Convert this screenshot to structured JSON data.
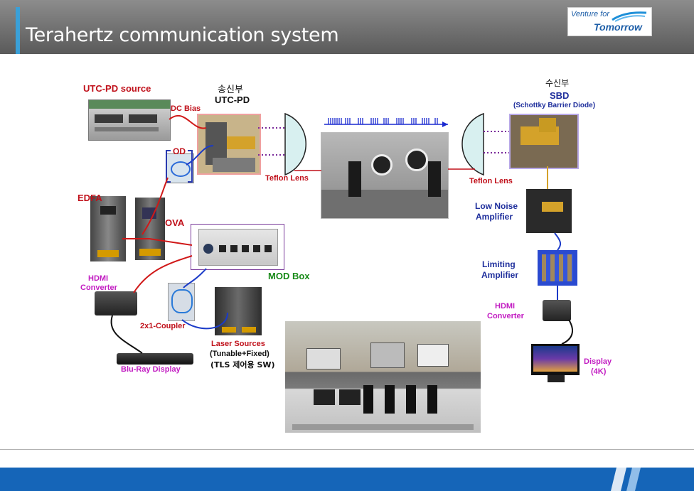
{
  "slide": {
    "title": "Terahertz communication system",
    "logo": {
      "line1": "Venture for",
      "line2": "Tomorrow"
    }
  },
  "labels": {
    "utc_pd_source": "UTC-PD source",
    "tx_korean": "송신부",
    "tx_utc_pd": "UTC-PD",
    "dc_bias": "DC  Bias",
    "od": "OD",
    "edfa": "EDFA",
    "ova": "OVA",
    "mod_box": "MOD Box",
    "teflon_lens_left": "Teflon Lens",
    "teflon_lens_right": "Teflon Lens",
    "rx_korean": "수신부",
    "sbd": "SBD",
    "sbd_full": "(Schottky Barrier Diode)",
    "lna_line1": "Low Noise",
    "lna_line2": "Amplifier",
    "lim_line1": "Limiting",
    "lim_line2": "Amplifier",
    "hdmi_left_line1": "HDMI",
    "hdmi_left_line2": "Converter",
    "hdmi_right_line1": "HDMI",
    "hdmi_right_line2": "Converter",
    "coupler": "2x1-Coupler",
    "laser_line1": "Laser Sources",
    "laser_line2": "(Tunable+Fixed)",
    "laser_line3": "(TLS 제어용 SW)",
    "bluray": "Blu-Ray Display",
    "display_line1": "Display",
    "display_line2": "(4K)"
  },
  "colors": {
    "accent": "#3aa0d8",
    "footer": "#1565b8",
    "red_label": "#c0101a",
    "blue_label": "#1e2e9c",
    "magenta_label": "#c21cc2",
    "green_label": "#178a17",
    "cable_red": "#d01818",
    "cable_blue": "#1a3ac8",
    "beam_purple": "#7a2a9a"
  }
}
